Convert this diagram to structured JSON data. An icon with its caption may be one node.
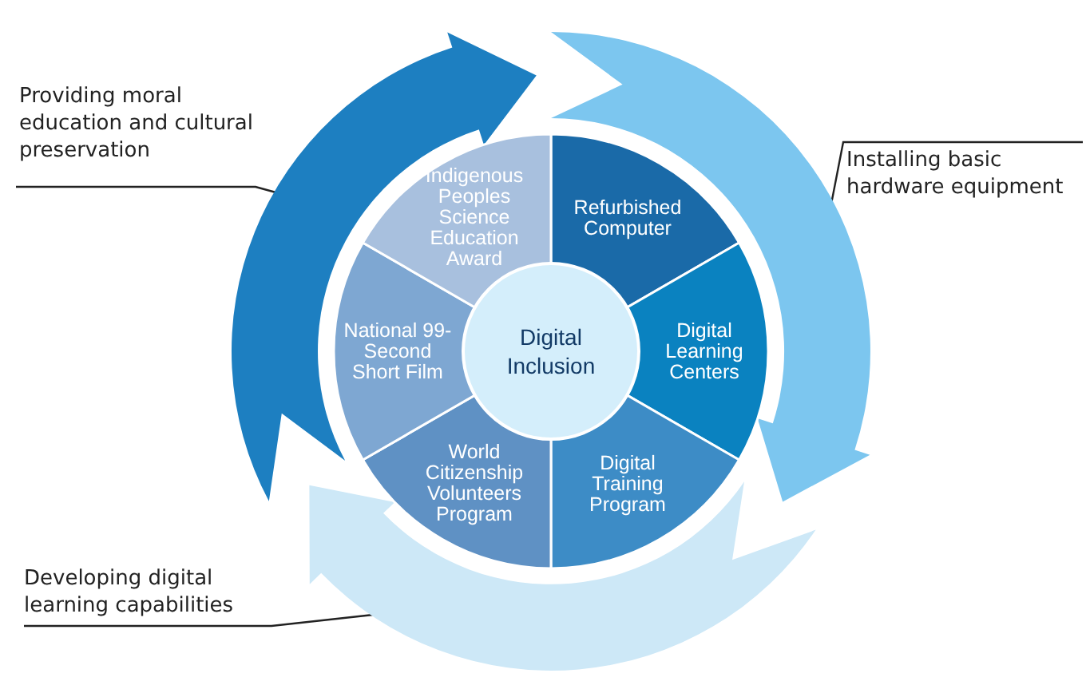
{
  "diagram": {
    "nodes": [
      {
        "text": [
          "Providing moral education and cultural preservation"
        ]
      },
      {
        "text": [
          "Installing basic hardware equipment"
        ]
      },
      {
        "text": [
          "Developing digital learning capabilities"
        ]
      },
      {
        "text": [],
        "shape": "arrow"
      },
      {
        "text": [],
        "shape": "arrow"
      },
      {
        "text": [],
        "shape": "arrow"
      },
      {
        "text": [
          "Digital Inclusion"
        ]
      },
      {
        "text": [
          "Refurbished Computer"
        ]
      },
      {
        "text": [
          "Digital Learning Centers"
        ]
      },
      {
        "text": [
          "Digital Training Program"
        ]
      },
      {
        "text": [
          "World Citizenship Volunteers Program"
        ]
      },
      {
        "text": [
          "National 99-Second Short Film"
        ]
      },
      {
        "text": [
          "Indigenous Peoples Science Education Award"
        ]
      }
    ],
    "edges": [
      {
        "from": 0,
        "to": 3,
        "arrow": "none"
      },
      {
        "from": 1,
        "to": 4,
        "arrow": "none"
      },
      {
        "from": 2,
        "to": 5,
        "arrow": "none"
      }
    ]
  }
}
